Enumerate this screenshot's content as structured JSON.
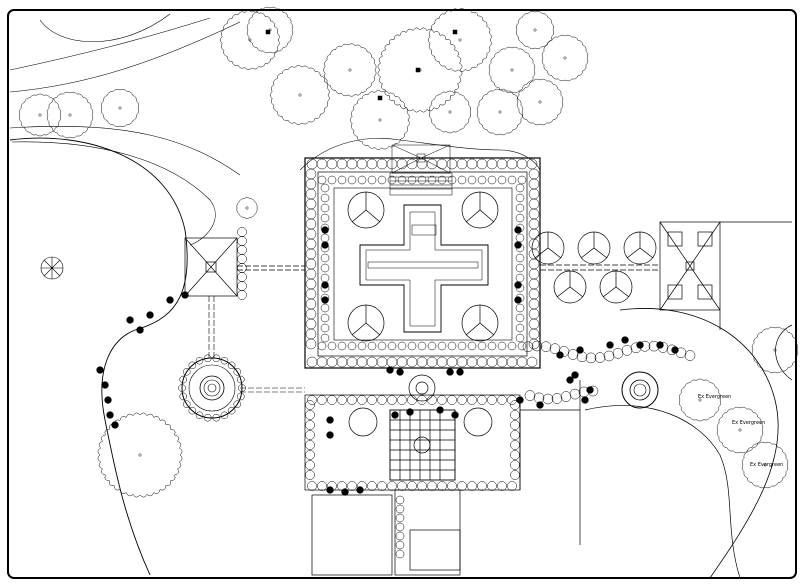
{
  "drawing": {
    "labels": {
      "evergreen_1": "Ex Evergreen",
      "evergreen_2": "Ex Evergreen",
      "evergreen_3": "Ex Evergreen"
    },
    "colors": {
      "ink": "#000000",
      "paper": "#ffffff"
    }
  }
}
